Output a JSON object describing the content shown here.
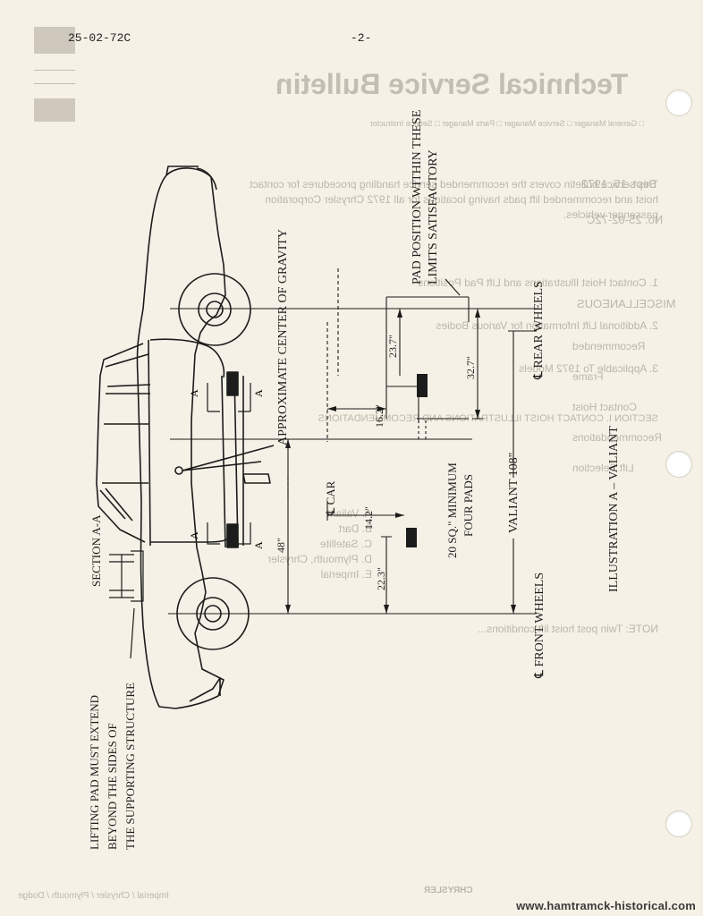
{
  "header": {
    "doc_number": "25-02-72C",
    "page_number": "-2-"
  },
  "diagram": {
    "pad_position_label_1": "PAD POSITION WITHIN THESE",
    "pad_position_label_2": "LIMITS SATISFACTORY",
    "center_of_gravity_label": "APPROXIMATE CENTER OF GRAVITY",
    "rear_wheels_label": "℄ REAR WHEELS",
    "front_wheels_label": "℄ FRONT WHEELS",
    "car_centerline_label": "℄ CAR",
    "illustration_title": "ILLUSTRATION A – VALIANT",
    "wheelbase_label": "VALIANT 108\"",
    "minimum_pads_label_1": "20 SQ.\" MINIMUM",
    "minimum_pads_label_2": "FOUR PADS",
    "section_label": "SECTION A-A",
    "lifting_pad_label_1": "LIFTING PAD MUST EXTEND",
    "lifting_pad_label_2": "BEYOND THE SIDES OF",
    "lifting_pad_label_3": "THE SUPPORTING STRUCTURE",
    "section_mark": "A",
    "dimensions": {
      "d_23_7": "23.7\"",
      "d_32_7": "32.7\"",
      "d_16_2": "16.2\"",
      "d_14_2": "14.2\"",
      "d_22_3": "22.3\"",
      "d_48": "48\""
    }
  },
  "bleed_through": {
    "title": "Technical Service Bulletin",
    "date": "Sept. 15, 1972",
    "number": "No. 25-02-72C",
    "category": "MISCELLANEOUS",
    "sidebar": [
      "Recommended",
      "Frame",
      "Contact Hoist",
      "Recommendations",
      "Lift Selection"
    ],
    "intro": "This service bulletin covers the recommended service handling procedures for contact hoist and recommended lift pads having locations for all 1972 Chrysler Corporation passenger vehicles.",
    "items": [
      "1. Contact Hoist Illustrations and Lift Pad Positions",
      "2. Additional Lift Information for Various Bodies",
      "3. Applicable To 1972 Models"
    ],
    "section_heading": "SECTION I. CONTACT HOIST ILLUSTRATIONS AND RECOMMENDATIONS",
    "illustration_list": [
      "A. Valiant",
      "B. Dart",
      "C. Satellite",
      "D. Plymouth, Chrysler",
      "E. Imperial"
    ],
    "note": "NOTE: Twin post hoist lift conditions...",
    "footer": "Imperial / Chrysler / Plymouth / Dodge",
    "brand": "CHRYSLER"
  },
  "watermark": "www.hamtramck-historical.com"
}
